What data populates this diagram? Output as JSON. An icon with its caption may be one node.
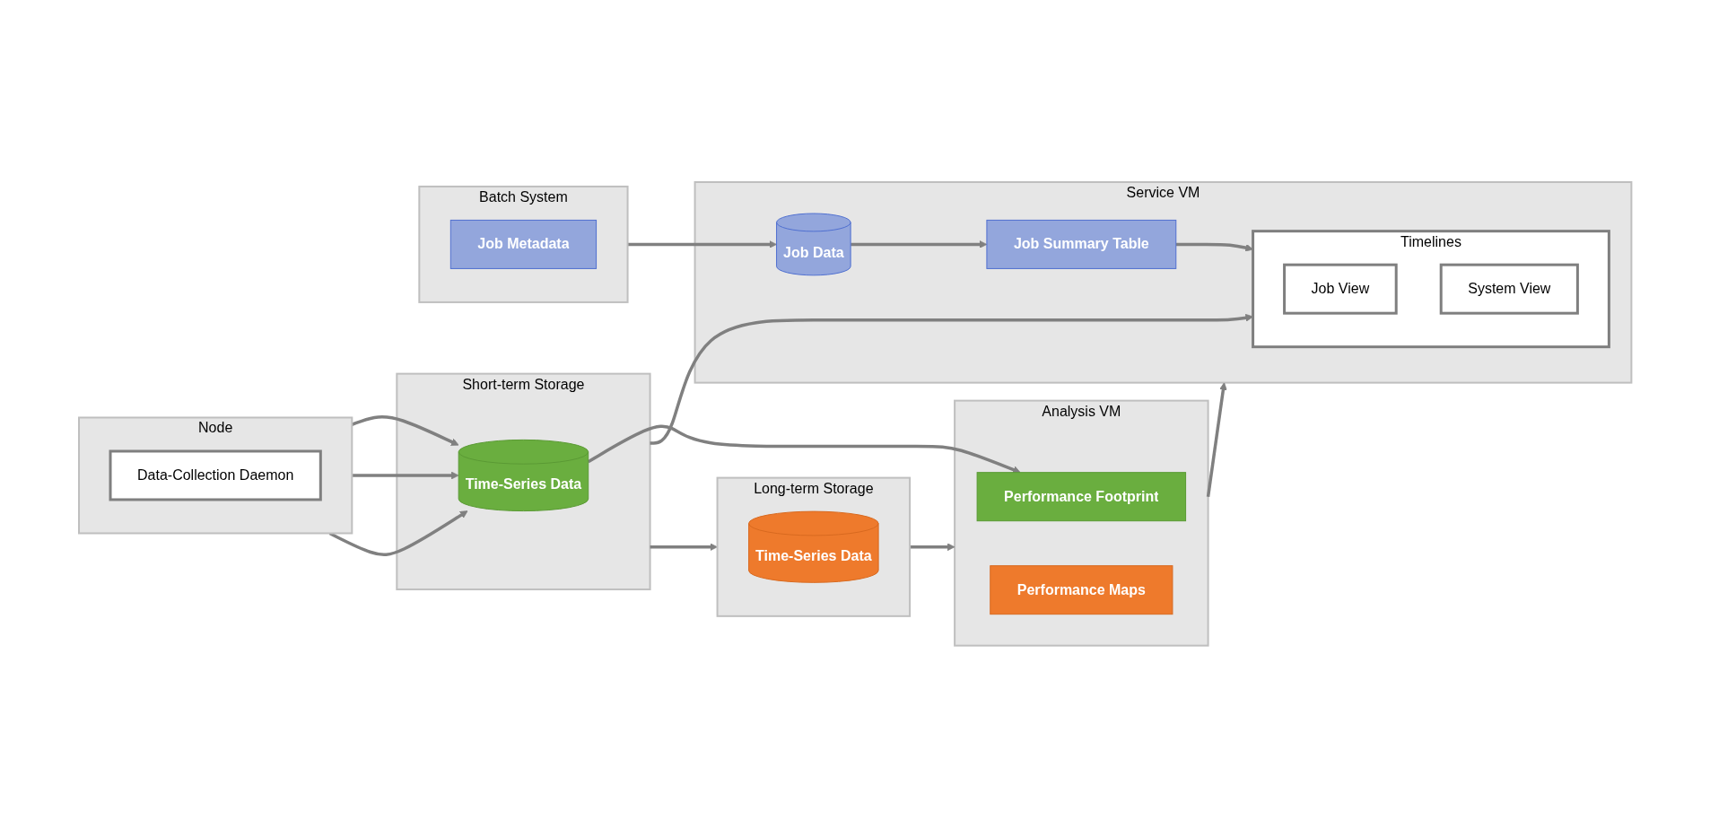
{
  "diagram": {
    "nodes": [
      {
        "text": [
          "Node"
        ]
      },
      {
        "text": [
          "Data-Collection Daemon"
        ],
        "in": 0
      },
      {
        "text": [
          "Short-term Storage"
        ]
      },
      {
        "text": [
          "Time-Series Data"
        ],
        "in": 2
      },
      {
        "text": [
          "Long-term Storage"
        ]
      },
      {
        "text": [
          "Time-Series Data"
        ],
        "in": 4
      },
      {
        "text": [
          "Analysis VM"
        ]
      },
      {
        "text": [
          "Performance Footprint"
        ],
        "in": 6
      },
      {
        "text": [
          "Performance Maps"
        ],
        "in": 6
      },
      {
        "text": [
          "Service VM"
        ]
      },
      {
        "text": [
          "Timelines"
        ],
        "in": 9
      },
      {
        "text": [
          "Job View"
        ],
        "in": 10
      },
      {
        "text": [
          "System View"
        ],
        "in": 10
      },
      {
        "text": [
          "Job Summary Table"
        ],
        "in": 9
      },
      {
        "text": [
          "Job Data"
        ],
        "in": 9
      },
      {
        "text": [
          "Batch System"
        ]
      },
      {
        "text": [
          "Job Metadata"
        ],
        "in": 15
      }
    ],
    "edges": [
      {
        "from": 0,
        "to": 3,
        "arrow": "to"
      },
      {
        "from": 0,
        "to": 3,
        "arrow": "to"
      },
      {
        "from": 0,
        "to": 3,
        "arrow": "to"
      },
      {
        "from": 2,
        "to": 10,
        "arrow": "to"
      },
      {
        "from": 3,
        "to": 7,
        "arrow": "to"
      },
      {
        "from": 2,
        "to": 4,
        "arrow": "to"
      },
      {
        "from": 4,
        "to": 6,
        "arrow": "to"
      },
      {
        "from": 6,
        "to": 9,
        "arrow": "to"
      },
      {
        "from": 14,
        "to": 13,
        "arrow": "to"
      },
      {
        "from": 13,
        "to": 10,
        "arrow": "to"
      },
      {
        "from": 15,
        "to": 14,
        "arrow": "to"
      }
    ]
  }
}
